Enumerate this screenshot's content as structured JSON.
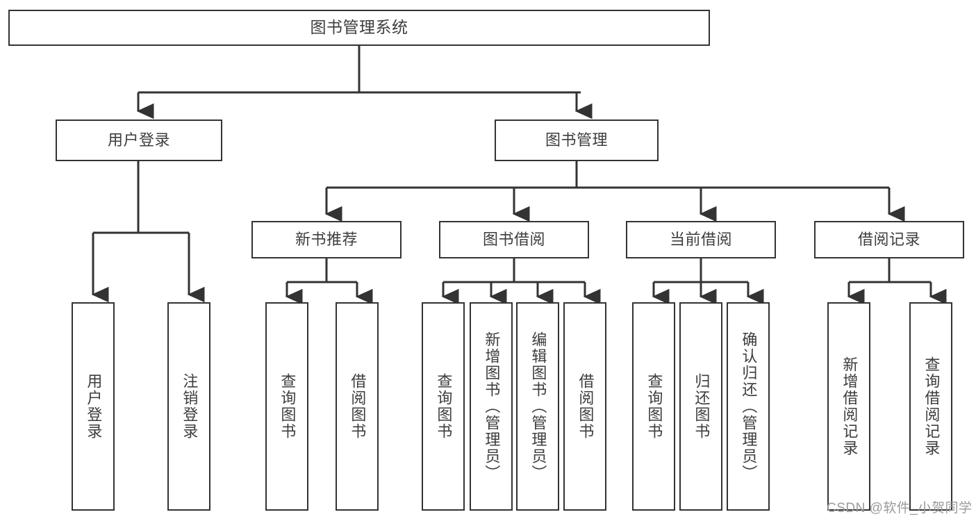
{
  "diagram": {
    "title": "图书管理系统",
    "type": "tree",
    "root": {
      "label": "图书管理系统"
    },
    "level2": [
      {
        "label": "用户登录"
      },
      {
        "label": "图书管理"
      }
    ],
    "level3": [
      {
        "label": "新书推荐"
      },
      {
        "label": "图书借阅"
      },
      {
        "label": "当前借阅"
      },
      {
        "label": "借阅记录"
      }
    ],
    "leaves": {
      "user_login": [
        {
          "label": "用户登录"
        },
        {
          "label": "注销登录"
        }
      ],
      "new_book_recommend": [
        {
          "label": "查询图书"
        },
        {
          "label": "借阅图书"
        }
      ],
      "book_borrow": [
        {
          "label": "查询图书"
        },
        {
          "label": "新增图书（管理员）"
        },
        {
          "label": "编辑图书（管理员）"
        },
        {
          "label": "借阅图书"
        }
      ],
      "current_borrow": [
        {
          "label": "查询图书"
        },
        {
          "label": "归还图书"
        },
        {
          "label": "确认归还（管理员）"
        }
      ],
      "borrow_record": [
        {
          "label": "新增借阅记录"
        },
        {
          "label": "查询借阅记录"
        }
      ]
    }
  },
  "watermark": {
    "text": "CSDN @软件_小贺同学"
  },
  "colors": {
    "box_border": "#333333",
    "box_fill": "#ffffff",
    "text": "#3d3d3d",
    "connector": "#333333",
    "watermark": "#9a9a9a"
  }
}
